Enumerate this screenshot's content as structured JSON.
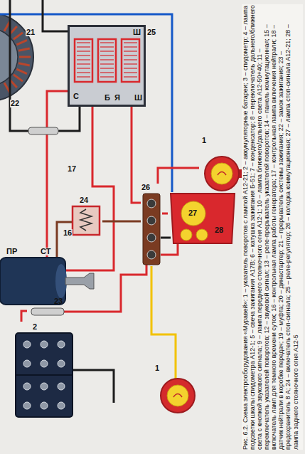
{
  "diagram": {
    "caption": "Рис. 6.2. Схема электрооборудования «Муравей»: 1 – указатель поворотов с лампой А12-21; 2 – аккумуляторные батареи; 3 – спидометр; 4 – лампа подсветки шкалы спидометра А12-1; 5 – свеча зажигания А17В; 6 – катушка зажигания Б-51; 7 – конденсатор; 8 – переключатель дальнего/ближнего света с кнопкой звукового сигнала; 9 – лампа переднего стояночного огня А12-1; 10 – лампа ближнего/дальнего света А12-50+40; 11 – переключатель указателей поворотов; 12 – звуковой сигнал; 13 – реле-прерыватель указателей поворотов; 14 – панель коммутационная; 15 – включатель ламп для темного времени суток; 16 – контрольная лампа работы генератора; 17 – контрольная лампа включения нейтрали; 18 – датчик нейтрали в коробке передач; 19 – муфта; 20 – династартер; 21 – прерыватель системы зажигания; 22 – замок зажигания; 23 – предохранитель 8 А; 24 – включатель стоп-сигнала; 25 – реле-регулятор; 26 – колодка коммутационная; 27 – лампа стоп-сигнала А12-21; 28 – лампа заднего стояночного огня А12-5",
    "nodes": [
      {
        "text": [
          "Ш",
          "С",
          "Б",
          "Я",
          "Ш"
        ]
      },
      {
        "text": [
          "1"
        ]
      },
      {
        "text": [
          "26"
        ]
      },
      {
        "text": [
          "27",
          "28"
        ]
      },
      {
        "text": [
          "24"
        ]
      },
      {
        "text": [
          "23"
        ]
      },
      {
        "text": [
          "2"
        ]
      },
      {
        "text": [
          "1"
        ]
      }
    ],
    "edges": [
      {
        "from": 2,
        "to": 3,
        "arrow": "none"
      },
      {
        "from": 2,
        "to": 1,
        "arrow": "none"
      },
      {
        "from": 2,
        "to": 7,
        "arrow": "none"
      },
      {
        "from": 4,
        "to": 2,
        "arrow": "none"
      },
      {
        "from": 0,
        "to": 2,
        "arrow": "none"
      },
      {
        "from": 5,
        "to": 6,
        "arrow": "none"
      }
    ],
    "labels": [
      "21",
      "22",
      "25",
      "17",
      "16",
      "СТ",
      "ПР"
    ]
  }
}
